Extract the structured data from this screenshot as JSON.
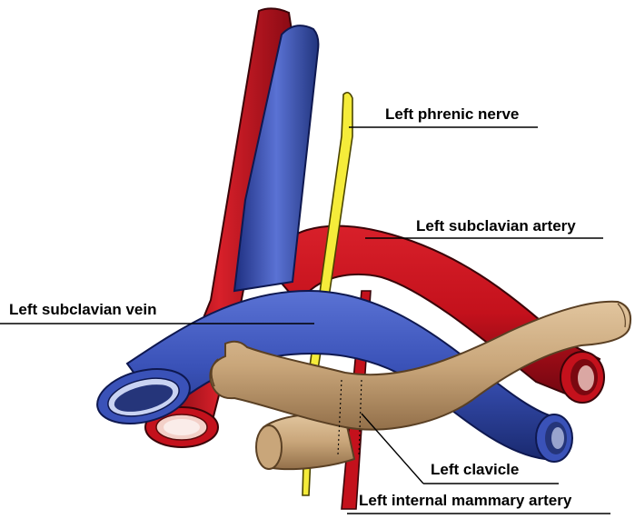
{
  "labels": {
    "phrenic_nerve": "Left phrenic nerve",
    "subclavian_artery": "Left subclavian artery",
    "subclavian_vein": "Left subclavian vein",
    "clavicle": "Left clavicle",
    "internal_mammary_artery": "Left internal mammary artery"
  },
  "colors": {
    "artery": "#c4111c",
    "artery_dark": "#7a0810",
    "vein": "#3a52b8",
    "vein_dark": "#1a2a70",
    "vein_light": "#6f86dc",
    "nerve": "#f5ec3a",
    "bone": "#c9a67a",
    "bone_dark": "#8a6a44"
  }
}
